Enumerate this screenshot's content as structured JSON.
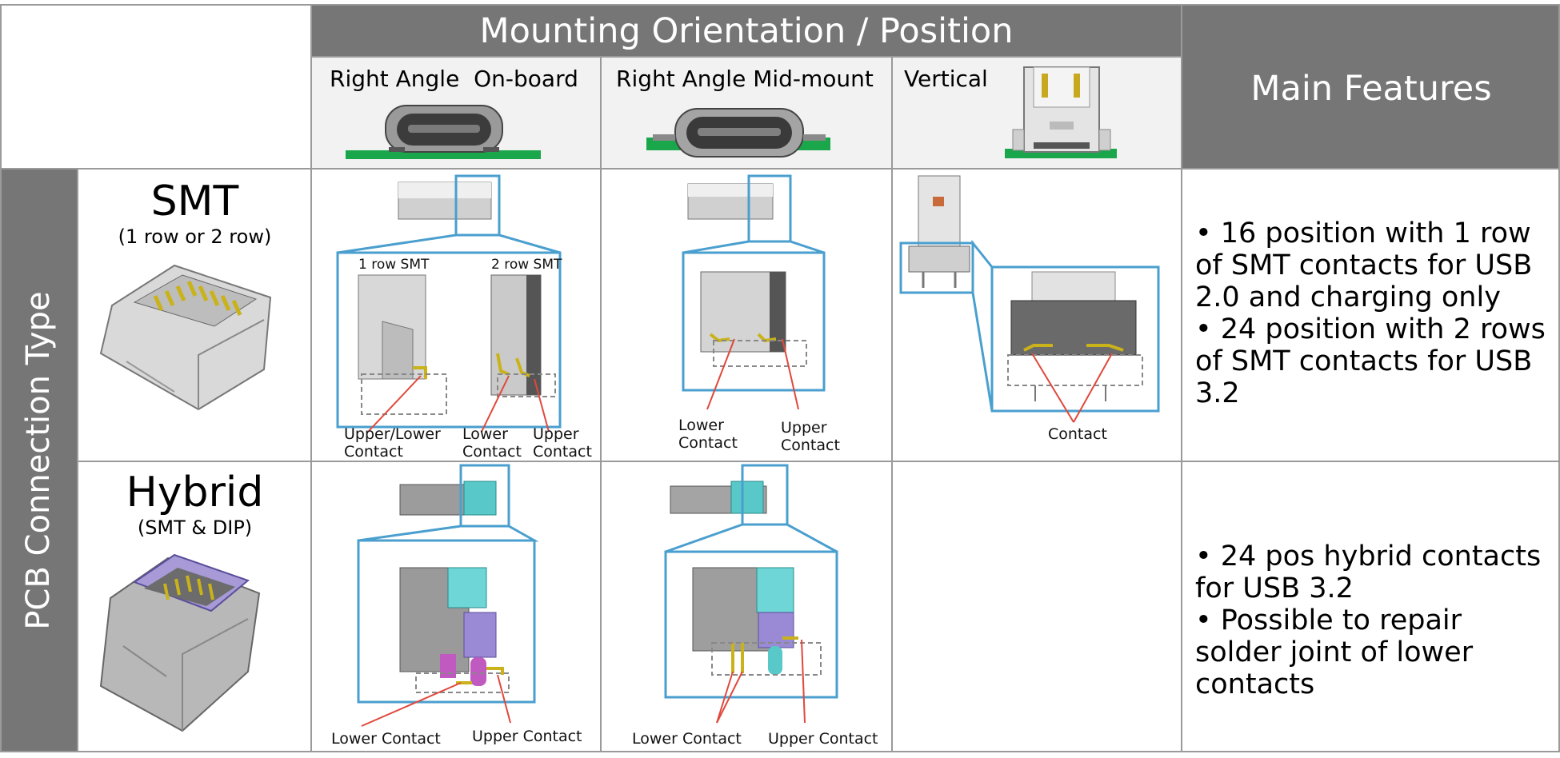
{
  "header": {
    "orientation_title": "Mounting Orientation / Position",
    "main_features": "Main Features",
    "columns": [
      {
        "label": "Right Angle  On-board"
      },
      {
        "label": "Right Angle Mid-mount"
      },
      {
        "label": "Vertical"
      }
    ]
  },
  "side_label": "PCB Connection Type",
  "rows": [
    {
      "type": "SMT",
      "subtype": "(1 row or 2 row)",
      "features": [
        "• 16 position with 1 row of SMT contacts for USB 2.0 and charging only",
        "• 24 position with 2 rows of SMT contacts for USB 3.2"
      ],
      "onboard": {
        "inset_1": "1  row SMT",
        "inset_2": "2  row SMT",
        "cap_upper_lower_1": "Upper/Lower",
        "cap_upper_lower_2": "Contact",
        "cap_lower_1": "Lower",
        "cap_lower_2": "Contact",
        "cap_upper_1": "Upper",
        "cap_upper_2": "Contact"
      },
      "midmount": {
        "cap_lower_1": "Lower",
        "cap_lower_2": "Contact",
        "cap_upper_1": "Upper",
        "cap_upper_2": "Contact"
      },
      "vertical": {
        "cap_contact": "Contact"
      }
    },
    {
      "type": "Hybrid",
      "subtype": "(SMT & DIP)",
      "features": [
        "• 24 pos hybrid contacts for USB 3.2",
        "• Possible to repair solder joint of lower contacts"
      ],
      "onboard": {
        "cap_lower": "Lower Contact",
        "cap_upper": "Upper Contact"
      },
      "midmount": {
        "cap_lower": "Lower Contact",
        "cap_upper": "Upper Contact"
      }
    }
  ],
  "colors": {
    "header_dark": "#767676",
    "header_light": "#f2f2f2",
    "highlight_blue": "#4a9fcf",
    "pcb_green": "#1aa64a",
    "arrow_red": "#e0483c"
  }
}
